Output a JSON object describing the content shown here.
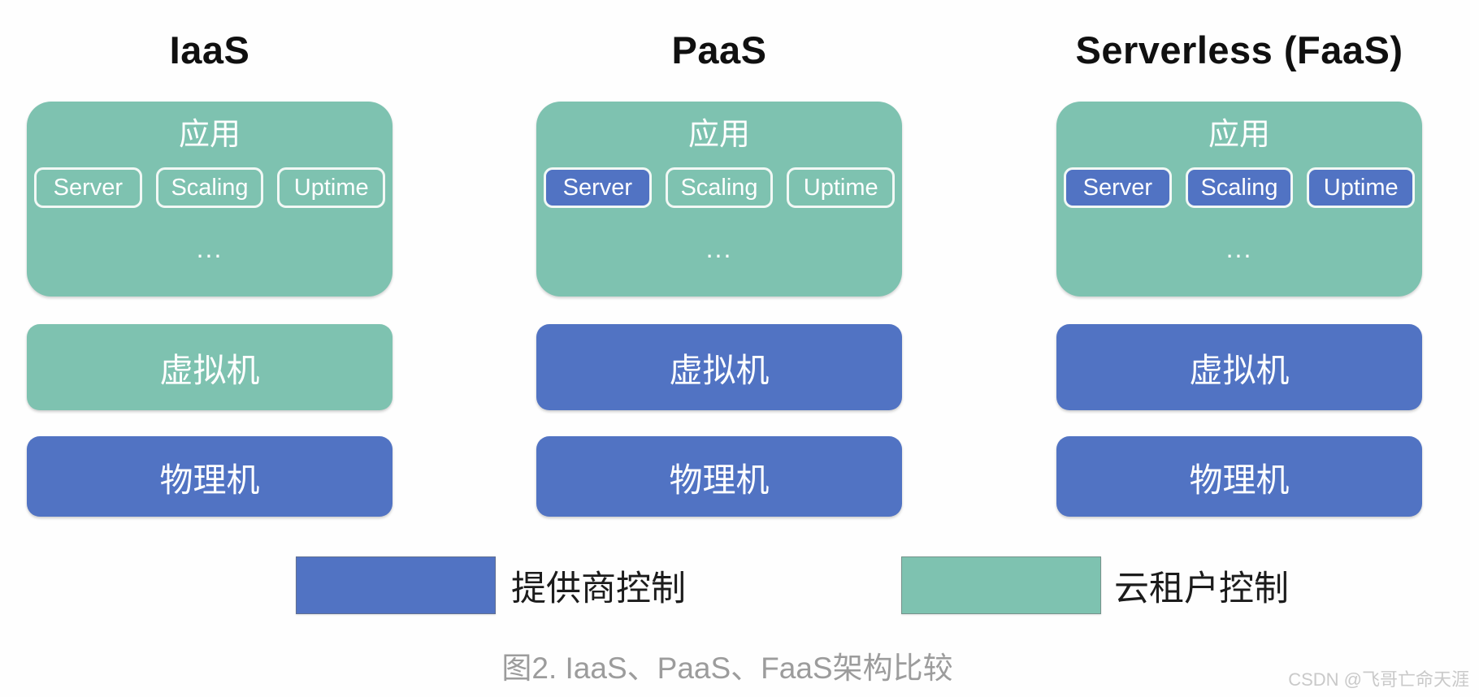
{
  "colors": {
    "provider_control": "#5173C3",
    "tenant_control": "#7EC2B0",
    "chip_border": "#F2F8F5",
    "title_text": "#101010",
    "caption_text": "#9C9C9C",
    "watermark_text": "#C9C9C9"
  },
  "columns": [
    {
      "title": "IaaS",
      "app_box": {
        "label": "应用",
        "control": "tenant",
        "chips": [
          {
            "label": "Server",
            "control": "tenant"
          },
          {
            "label": "Scaling",
            "control": "tenant"
          },
          {
            "label": "Uptime",
            "control": "tenant"
          }
        ],
        "more": "..."
      },
      "vm_box": {
        "label": "虚拟机",
        "control": "tenant"
      },
      "physical_box": {
        "label": "物理机",
        "control": "provider"
      }
    },
    {
      "title": "PaaS",
      "app_box": {
        "label": "应用",
        "control": "tenant",
        "chips": [
          {
            "label": "Server",
            "control": "provider"
          },
          {
            "label": "Scaling",
            "control": "tenant"
          },
          {
            "label": "Uptime",
            "control": "tenant"
          }
        ],
        "more": "..."
      },
      "vm_box": {
        "label": "虚拟机",
        "control": "provider"
      },
      "physical_box": {
        "label": "物理机",
        "control": "provider"
      }
    },
    {
      "title": "Serverless (FaaS)",
      "app_box": {
        "label": "应用",
        "control": "tenant",
        "chips": [
          {
            "label": "Server",
            "control": "provider"
          },
          {
            "label": "Scaling",
            "control": "provider"
          },
          {
            "label": "Uptime",
            "control": "provider"
          }
        ],
        "more": "..."
      },
      "vm_box": {
        "label": "虚拟机",
        "control": "provider"
      },
      "physical_box": {
        "label": "物理机",
        "control": "provider"
      }
    }
  ],
  "legend": {
    "items": [
      {
        "label": "提供商控制",
        "control": "provider"
      },
      {
        "label": "云租户控制",
        "control": "tenant"
      }
    ]
  },
  "caption": "图2. IaaS、PaaS、FaaS架构比较",
  "watermark": "CSDN @飞哥亡命天涯"
}
